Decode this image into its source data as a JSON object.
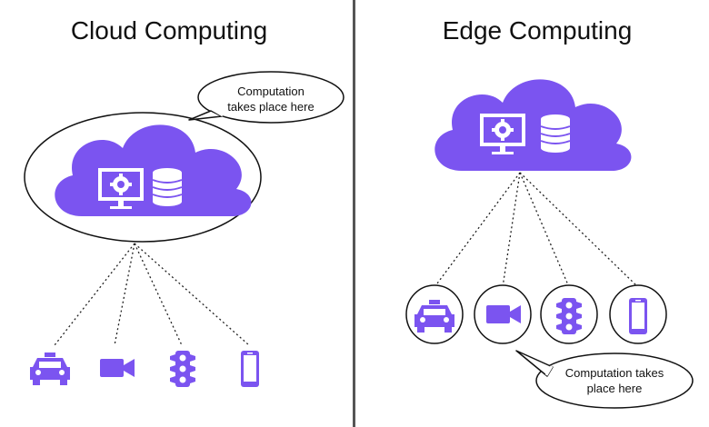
{
  "left_panel": {
    "title": "Cloud Computing",
    "callout": [
      "Computation",
      "takes place here"
    ]
  },
  "right_panel": {
    "title": "Edge Computing",
    "callout": [
      "Computation takes",
      "place here"
    ]
  },
  "colors": {
    "accent": "#7b54f0",
    "divider": "#555555",
    "text": "#111111"
  },
  "icons": [
    "monitor-gear-icon",
    "database-icon",
    "taxi-icon",
    "video-camera-icon",
    "traffic-light-icon",
    "smartphone-icon"
  ]
}
